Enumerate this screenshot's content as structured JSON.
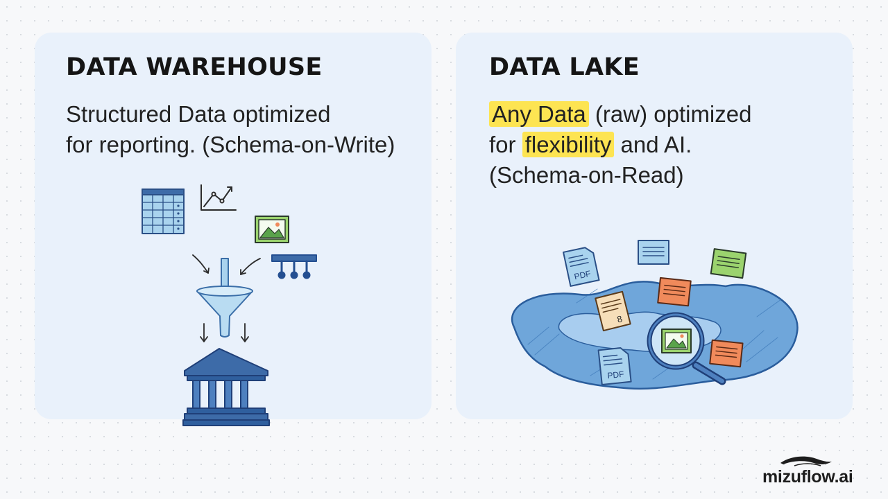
{
  "warehouse": {
    "title": "DATA WAREHOUSE",
    "desc_line1": "Structured Data optimized",
    "desc_line2": "for reporting. (Schema-on-Write)",
    "icons": [
      "table-icon",
      "line-chart-icon",
      "image-icon",
      "hierarchy-icon",
      "funnel-icon",
      "building-icon"
    ]
  },
  "lake": {
    "title": "DATA LAKE",
    "desc_hl1": "Any Data",
    "desc_line1_rest": " (raw) optimized",
    "desc_line2_pre": "for ",
    "desc_hl2": "flexibility",
    "desc_line2_post": " and AI.",
    "desc_line3": "(Schema-on-Read)",
    "doc_label_top": "PDF",
    "doc_label_bottom": "PDF",
    "note_mark": "8",
    "icons": [
      "pdf-document-icon",
      "text-document-icon",
      "image-icon",
      "magnifier-icon",
      "lake-icon"
    ]
  },
  "brand": {
    "name": "mizuflow.ai"
  },
  "colors": {
    "card_bg": "#e9f1fb",
    "highlight": "#fde452",
    "ink_blue": "#2a5d9c",
    "sketch_blue": "#4e89c8",
    "lake_blue": "#6fa6da",
    "doc_blue": "#a9d3ee",
    "doc_green": "#9bd36e",
    "doc_orange": "#f08a5b",
    "doc_beige": "#f6deb9"
  }
}
